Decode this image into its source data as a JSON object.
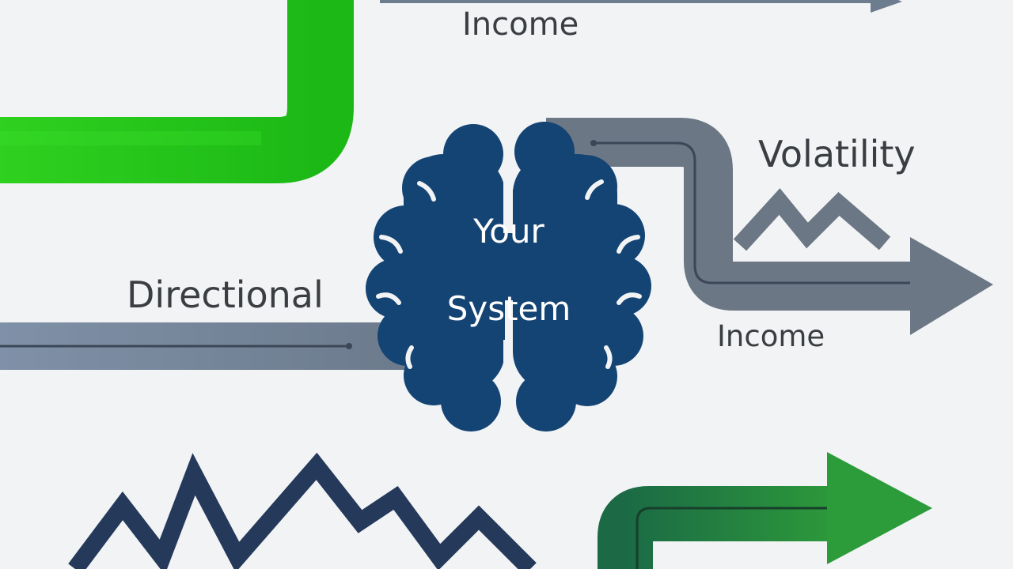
{
  "labels": {
    "income_top": "Income",
    "volatility": "Volatility",
    "income_right": "Income",
    "directional": "Directional"
  },
  "brain": {
    "line1": "Your",
    "line2": "System"
  },
  "colors": {
    "background": "#f2f3f4",
    "bright_green": "#22c31a",
    "dark_green": "#1f7a3a",
    "slate_arrow": "#6b7785",
    "brain_navy": "#144474",
    "zigzag_navy": "#25395a",
    "label_text": "#3a3d42"
  },
  "icons": [
    "brain-icon",
    "zigzag-icon",
    "arrow-icon"
  ]
}
